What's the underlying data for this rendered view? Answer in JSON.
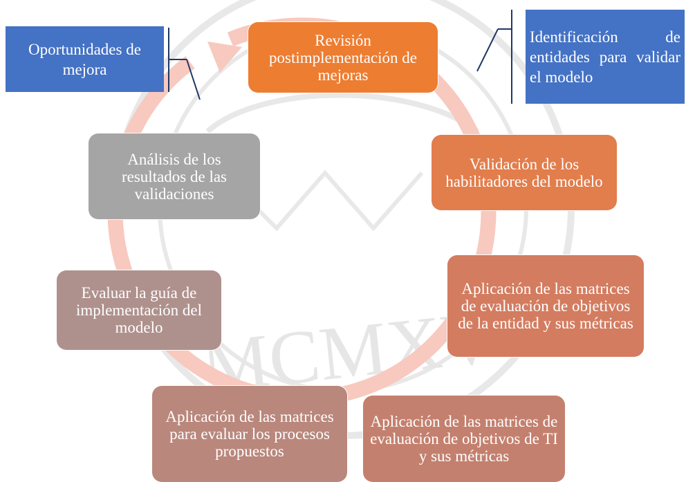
{
  "colors": {
    "cycle_ring": "#f7c9bf",
    "note_fill": "#4472c4",
    "callout_line": "#1f3864",
    "watermark": "#e6e6e6"
  },
  "notes": {
    "left": "Oportunidades de mejora",
    "right": "Identificación de entidades para validar el modelo"
  },
  "steps": [
    {
      "label": "Revisión postimplementación de mejoras",
      "color": "#ed7d31"
    },
    {
      "label": "Validación de los habilitadores del modelo",
      "color": "#e27d4c"
    },
    {
      "label": "Aplicación de las matrices de evaluación de objetivos de la entidad y sus métricas",
      "color": "#d37c60"
    },
    {
      "label": "Aplicación de las matrices de evaluación de objetivos de TI y sus métricas",
      "color": "#c4806e"
    },
    {
      "label": "Aplicación de las matrices para evaluar los procesos propuestos",
      "color": "#b9877c"
    },
    {
      "label": "Evaluar la guía de implementación del modelo",
      "color": "#ae918d"
    },
    {
      "label": "Análisis de los resultados de las validaciones",
      "color": "#a5a5a5"
    }
  ]
}
